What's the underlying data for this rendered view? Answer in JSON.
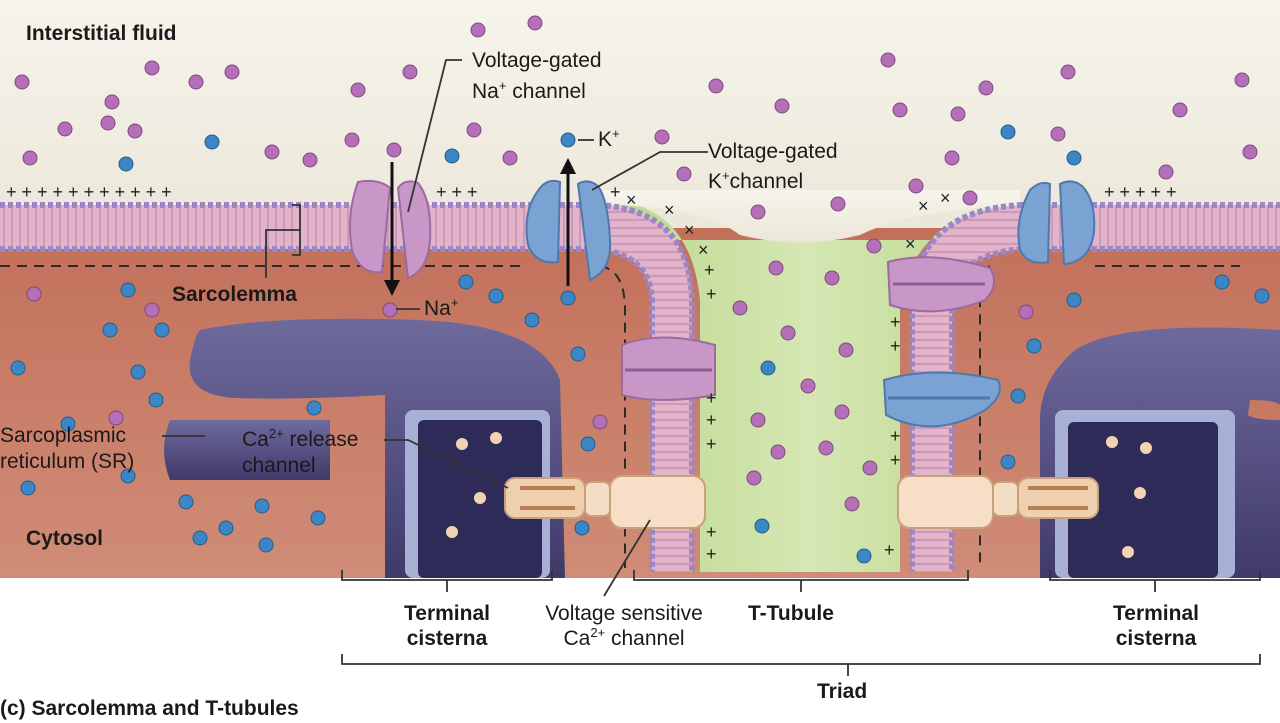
{
  "labels": {
    "interstitial_fluid": "Interstitial fluid",
    "na_channel_line1": "Voltage-gated",
    "na_channel_line2_pre": "Na",
    "na_channel_line2_sup": "+",
    "na_channel_line2_post": " channel",
    "k_channel_line1": "Voltage-gated",
    "k_channel_line2_pre": "K",
    "k_channel_line2_sup": "+",
    "k_channel_line2_post": "channel",
    "k_ion_pre": "K",
    "k_ion_sup": "+",
    "na_ion_pre": "Na",
    "na_ion_sup": "+",
    "sarcolemma": "Sarcolemma",
    "sr_line1": "Sarcoplasmic",
    "sr_line2": "reticulum (SR)",
    "ca_release_line1_pre": "Ca",
    "ca_release_line1_sup": "2+",
    "ca_release_line1_post": " release",
    "ca_release_line2": "channel",
    "cytosol": "Cytosol",
    "terminal_cisterna_left_line1": "Terminal",
    "terminal_cisterna_left_line2": "cisterna",
    "vs_ca_line1": "Voltage sensitive",
    "vs_ca_line2_pre": "Ca",
    "vs_ca_line2_sup": "2+",
    "vs_ca_line2_post": " channel",
    "t_tubule": "T-Tubule",
    "terminal_cisterna_right_line1": "Terminal",
    "terminal_cisterna_right_line2": "cisterna",
    "triad": "Triad",
    "caption": "(c) Sarcolemma and T-tubules"
  },
  "colors": {
    "interstitial_top": "#f3f1e8",
    "interstitial_bottom": "#ece8dc",
    "cytosol": "#c77a63",
    "ttubule_lumen": "#c6dc9a",
    "membrane": "#dca9c2",
    "membrane_head": "#9b86c8",
    "sr": "#55507f",
    "cisterna_inner": "#2e2a58",
    "na_channel": "#c897c8",
    "k_channel": "#7aa2d2",
    "receptor_tan": "#efcfae",
    "ion_purple": "#b56fb8",
    "ion_blue": "#3b87c6"
  }
}
